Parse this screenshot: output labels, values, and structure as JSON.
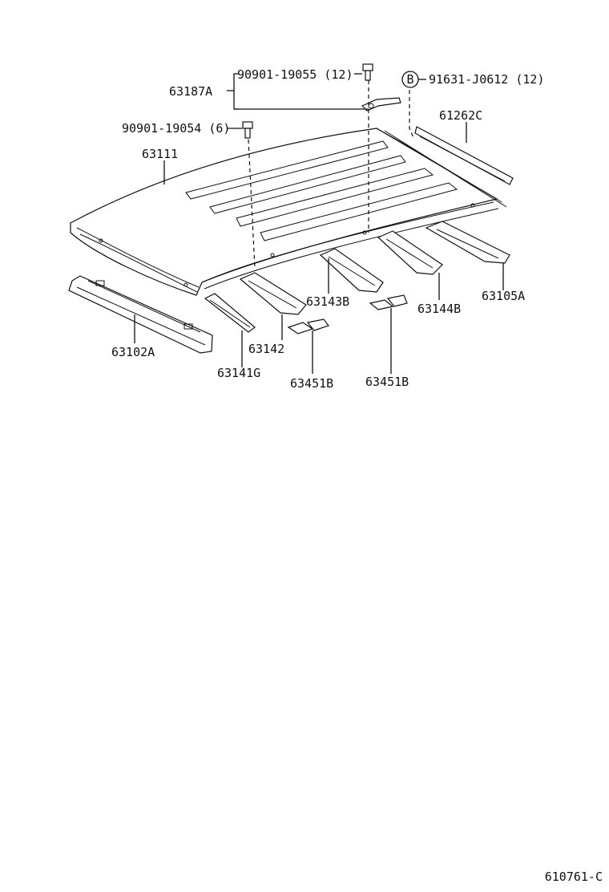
{
  "diagram": {
    "callouts": {
      "bolt_a": "90901-19055 (12)",
      "bracket": "63187A",
      "bolt_b": "90901-19054 (6)",
      "ref_b_letter": "B",
      "bolt_c": "91631-J0612 (12)",
      "roof_panel": "63111",
      "rail_rear": "61262C",
      "bow_1": "63102A",
      "bow_2": "63141G",
      "bow_3": "63142",
      "bow_4": "63143B",
      "bow_5": "63144B",
      "bow_6": "63105A",
      "clip_left": "63451B",
      "clip_right": "63451B"
    },
    "figure_code": "610761-C"
  }
}
